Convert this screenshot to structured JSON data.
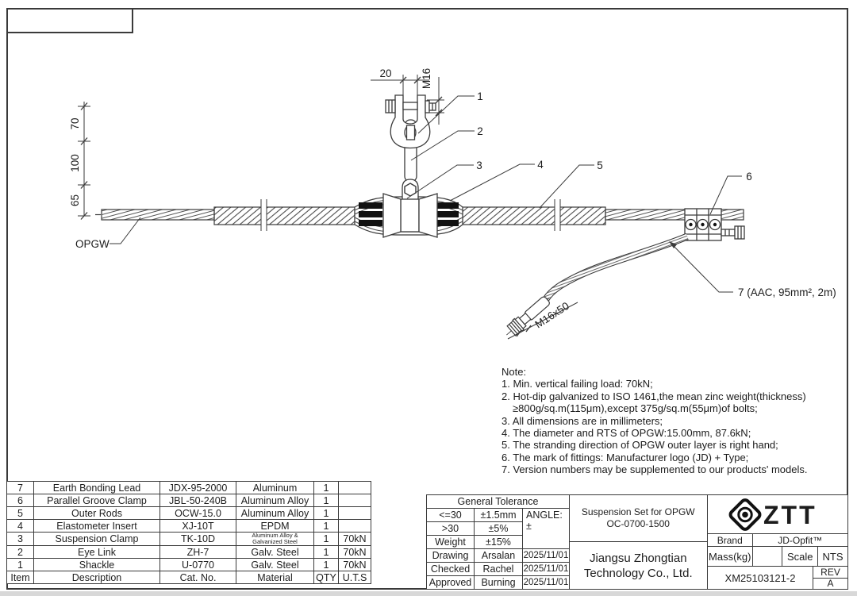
{
  "drawing": {
    "callouts": [
      "1",
      "2",
      "3",
      "4",
      "5",
      "6"
    ],
    "dims": {
      "width_20": "20",
      "bolt_m16": "M16",
      "h70": "70",
      "h100": "100",
      "h65": "65",
      "m16x50": "M16x50"
    },
    "labels": {
      "opgw": "OPGW",
      "lead": "7 (AAC, 95mm², 2m)"
    }
  },
  "notes": {
    "lines": [
      "Note:",
      "1. Min. vertical failing load: 70kN;",
      "2. Hot-dip galvanized to ISO 1461,the mean zinc weight(thickness)",
      "≥800g/sq.m(115μm),except 375g/sq.m(55μm)of bolts;",
      "3. All dimensions are in millimeters;",
      "4. The diameter and RTS of OPGW:15.00mm, 87.6kN;",
      "5. The stranding direction of OPGW outer layer is right hand;",
      "6. The mark of fittings: Manufacturer logo (JD) + Type;",
      "7. Version numbers may be supplemented to our products' models."
    ]
  },
  "parts_table": {
    "headers": {
      "item": "Item",
      "description": "Description",
      "cat_no": "Cat. No.",
      "material": "Material",
      "qty": "QTY",
      "uts": "U.T.S"
    },
    "rows": [
      {
        "item": "7",
        "description": "Earth Bonding Lead",
        "cat_no": "JDX-95-2000",
        "material": "Aluminum",
        "qty": "1",
        "uts": ""
      },
      {
        "item": "6",
        "description": "Parallel Groove Clamp",
        "cat_no": "JBL-50-240B",
        "material": "Aluminum Alloy",
        "qty": "1",
        "uts": ""
      },
      {
        "item": "5",
        "description": "Outer Rods",
        "cat_no": "OCW-15.0",
        "material": "Aluminum Alloy",
        "qty": "1",
        "uts": ""
      },
      {
        "item": "4",
        "description": "Elastometer Insert",
        "cat_no": "XJ-10T",
        "material": "EPDM",
        "qty": "1",
        "uts": ""
      },
      {
        "item": "3",
        "description": "Suspension Clamp",
        "cat_no": "TK-10D",
        "material": "Aluminum Alloy & Galvanized Steel",
        "qty": "1",
        "uts": "70kN"
      },
      {
        "item": "2",
        "description": "Eye Link",
        "cat_no": "ZH-7",
        "material": "Galv. Steel",
        "qty": "1",
        "uts": "70kN"
      },
      {
        "item": "1",
        "description": "Shackle",
        "cat_no": "U-0770",
        "material": "Galv. Steel",
        "qty": "1",
        "uts": "70kN"
      }
    ]
  },
  "title_block": {
    "tolerance": {
      "header": "General Tolerance",
      "rows": [
        {
          "label": "<=30",
          "value": "±1.5mm"
        },
        {
          "label": ">30",
          "value": "±5%"
        },
        {
          "label": "Weight",
          "value": "±15%"
        }
      ],
      "angle_label": "ANGLE:",
      "angle_value": "±"
    },
    "signatures": [
      {
        "role": "Drawing",
        "name": "Arsalan",
        "date": "2025/11/01"
      },
      {
        "role": "Checked",
        "name": "Rachel",
        "date": "2025/11/01"
      },
      {
        "role": "Approved",
        "name": "Burning",
        "date": "2025/11/01"
      }
    ],
    "product_title_line1": "Suspension Set for OPGW",
    "product_title_line2": "OC-0700-1500",
    "company_line1": "Jiangsu Zhongtian",
    "company_line2": "Technology Co., Ltd.",
    "logo_text": "ZTT",
    "brand_label": "Brand",
    "brand_value": "JD-Opfit™",
    "mass_label": "Mass(kg)",
    "mass_value": "",
    "scale_label": "Scale",
    "scale_value": "NTS",
    "drawing_no": "XM25103121-2",
    "rev_label": "REV",
    "rev_value": "A"
  }
}
